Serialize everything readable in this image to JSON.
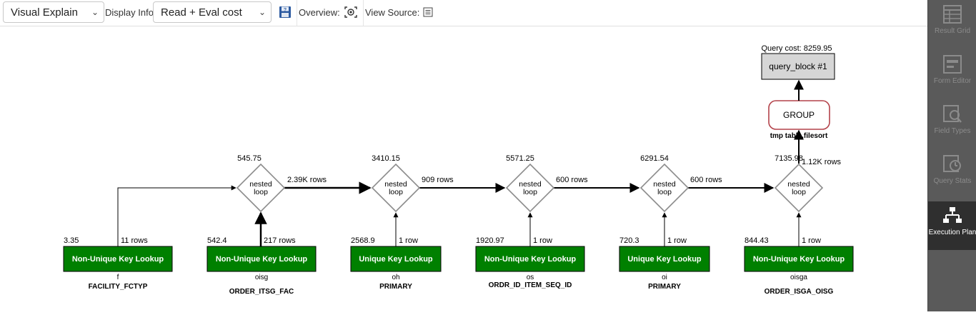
{
  "toolbar": {
    "view_mode": "Visual Explain",
    "display_info_label": "Display Info:",
    "display_info_value": "Read + Eval cost",
    "overview_label": "Overview:",
    "view_source_label": "View Source:",
    "icons": [
      "save-icon",
      "overview-icon",
      "view-source-icon"
    ]
  },
  "plan": {
    "query_cost_label": "Query cost: 8259.95",
    "query_block": "query_block #1",
    "group_label": "GROUP",
    "group_note": "tmp table,filesort",
    "loops": [
      {
        "label_1": "nested",
        "label_2": "loop",
        "cost": "545.75",
        "rows_out": "2.39K rows"
      },
      {
        "label_1": "nested",
        "label_2": "loop",
        "cost": "3410.15",
        "rows_out": "909 rows"
      },
      {
        "label_1": "nested",
        "label_2": "loop",
        "cost": "5571.25",
        "rows_out": "600 rows"
      },
      {
        "label_1": "nested",
        "label_2": "loop",
        "cost": "6291.54",
        "rows_out": "600 rows"
      },
      {
        "label_1": "nested",
        "label_2": "loop",
        "cost": "7135.98",
        "rows_out": "1.12K rows"
      }
    ],
    "tables": [
      {
        "label": "Non-Unique Key Lookup",
        "cost": "3.35",
        "rows": "11 rows",
        "alias": "f",
        "key": "FACILITY_FCTYP"
      },
      {
        "label": "Non-Unique Key Lookup",
        "cost": "542.4",
        "rows": "217 rows",
        "alias": "oisg",
        "key": "ORDER_ITSG_FAC"
      },
      {
        "label": "Unique Key Lookup",
        "cost": "2568.9",
        "rows": "1 row",
        "alias": "oh",
        "key": "PRIMARY"
      },
      {
        "label": "Non-Unique Key Lookup",
        "cost": "1920.97",
        "rows": "1 row",
        "alias": "os",
        "key": "ORDR_ID_ITEM_SEQ_ID"
      },
      {
        "label": "Unique Key Lookup",
        "cost": "720.3",
        "rows": "1 row",
        "alias": "oi",
        "key": "PRIMARY"
      },
      {
        "label": "Non-Unique Key Lookup",
        "cost": "844.43",
        "rows": "1 row",
        "alias": "oisga",
        "key": "ORDER_ISGA_OISG"
      }
    ],
    "colors": {
      "lookup_fill": "#008000",
      "group_border": "#b3424a",
      "block_fill": "#d6d6d6",
      "diamond_border": "#8c8c8c"
    }
  },
  "sidebar": {
    "items": [
      {
        "label": "Result Grid",
        "icon": "result-grid-icon"
      },
      {
        "label": "Form Editor",
        "icon": "form-editor-icon"
      },
      {
        "label": "Field Types",
        "icon": "field-types-icon"
      },
      {
        "label": "Query Stats",
        "icon": "query-stats-icon"
      },
      {
        "label": "Execution Plan",
        "icon": "execution-plan-icon"
      }
    ]
  }
}
